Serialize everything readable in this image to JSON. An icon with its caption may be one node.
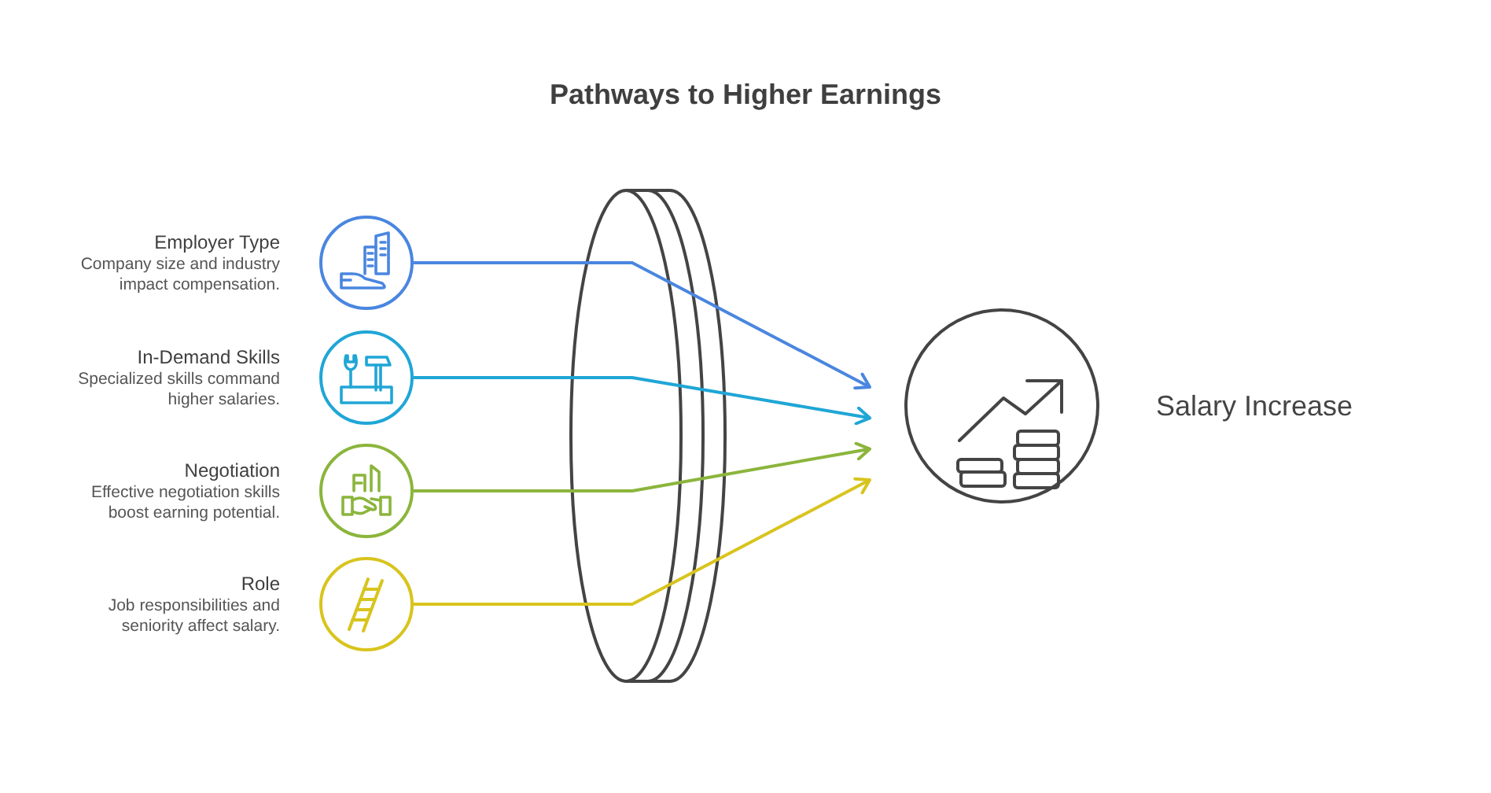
{
  "diagram": {
    "title": "Pathways to Higher Earnings",
    "nodes": [
      {
        "text": [
          "Employer Type",
          "Company size and industry impact compensation."
        ]
      },
      {
        "text": [
          "In-Demand Skills",
          "Specialized skills command higher salaries."
        ]
      },
      {
        "text": [
          "Negotiation",
          "Effective negotiation skills boost earning potential."
        ]
      },
      {
        "text": [
          "Role",
          "Job responsibilities and seniority affect salary."
        ]
      },
      {
        "text": [
          "Salary Increase"
        ]
      }
    ],
    "edges": [
      {
        "from": 0,
        "to": 4,
        "arrow": "to",
        "color": "#4a86e0"
      },
      {
        "from": 1,
        "to": 4,
        "arrow": "to",
        "color": "#1fa6d6"
      },
      {
        "from": 2,
        "to": 4,
        "arrow": "to",
        "color": "#8bb53c"
      },
      {
        "from": 3,
        "to": 4,
        "arrow": "to",
        "color": "#d8c41d"
      }
    ]
  }
}
